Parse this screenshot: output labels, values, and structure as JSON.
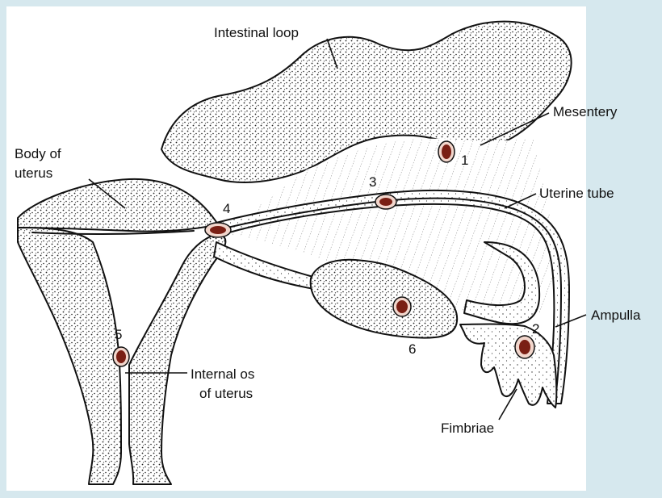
{
  "labels": {
    "intestinal_loop": "Intestinal loop",
    "mesentery": "Mesentery",
    "body_of_uterus_line1": "Body of",
    "body_of_uterus_line2": "uterus",
    "uterine_tube": "Uterine tube",
    "ampulla": "Ampulla",
    "internal_os_line1": "Internal os",
    "internal_os_line2": "of uterus",
    "fimbriae": "Fimbriae"
  },
  "sites": {
    "n1": "1",
    "n2": "2",
    "n3": "3",
    "n4": "4",
    "n5": "5",
    "n6": "6"
  },
  "colors": {
    "background": "#d6e8ee",
    "panel": "#ffffff",
    "ink": "#111111",
    "implant_fill": "#7a1f14",
    "implant_ring": "#f2d6cc"
  }
}
